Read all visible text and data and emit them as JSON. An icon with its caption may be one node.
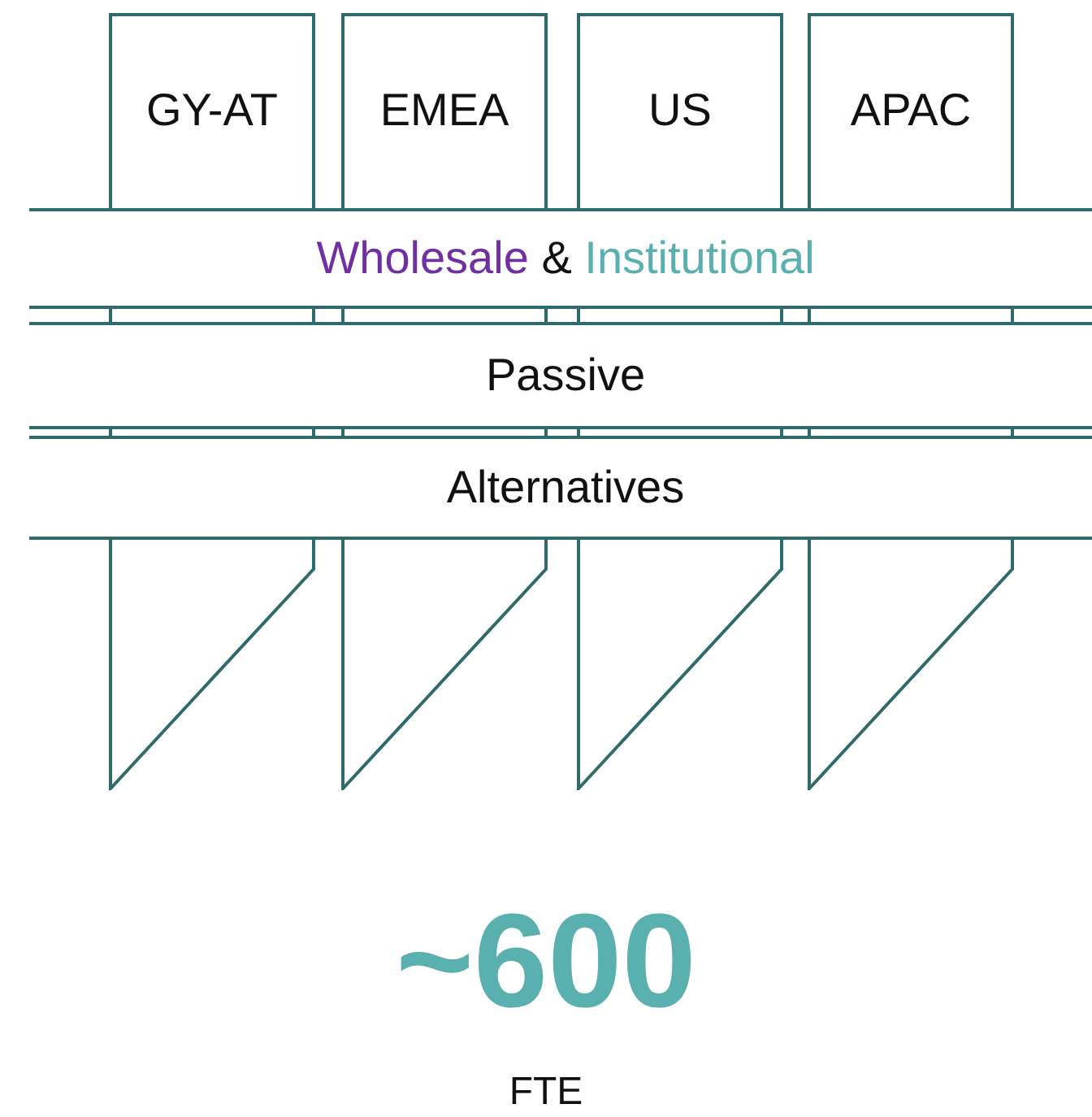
{
  "diagram": {
    "nodes": [
      {
        "text": [
          "GY-AT"
        ]
      },
      {
        "text": [
          "EMEA"
        ]
      },
      {
        "text": [
          "US"
        ]
      },
      {
        "text": [
          "APAC"
        ]
      },
      {
        "text": [
          "Wholesale & Institutional"
        ]
      },
      {
        "text": [
          "Passive"
        ]
      },
      {
        "text": [
          "Alternatives"
        ]
      }
    ],
    "edges": [],
    "labels": [
      "~600",
      "FTE"
    ]
  }
}
